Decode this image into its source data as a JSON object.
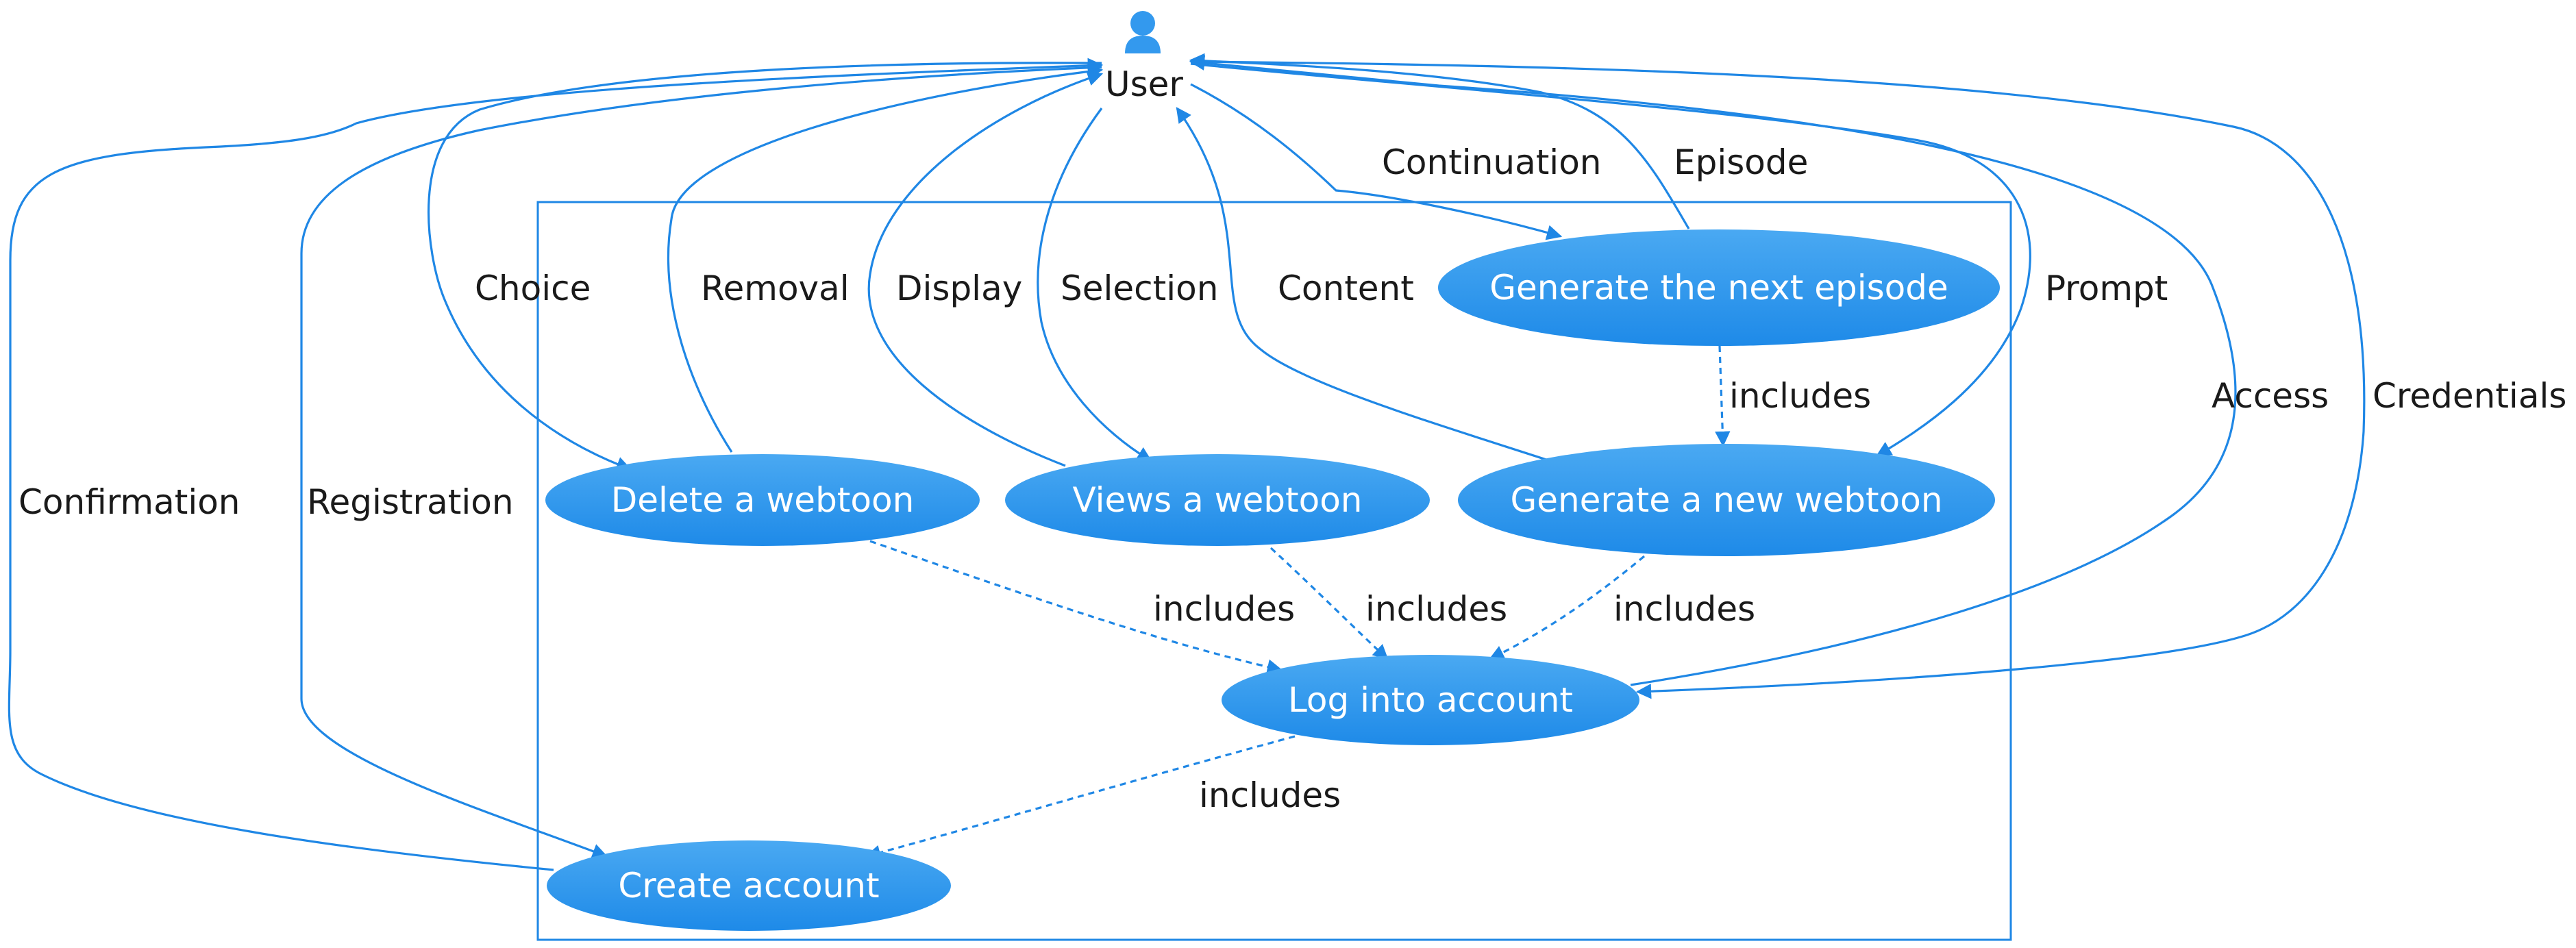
{
  "actor": {
    "label": "User",
    "icon": "user-icon"
  },
  "use_cases": {
    "next_episode": "Generate the next episode",
    "new_webtoon": "Generate a new webtoon",
    "delete": "Delete a webtoon",
    "views": "Views a webtoon",
    "login": "Log into account",
    "create": "Create account"
  },
  "relations": {
    "continuation": "Continuation",
    "episode": "Episode",
    "choice": "Choice",
    "removal": "Removal",
    "display": "Display",
    "selection": "Selection",
    "content": "Content",
    "prompt": "Prompt",
    "access": "Access",
    "credentials": "Credentials",
    "confirmation": "Confirmation",
    "registration": "Registration"
  },
  "includes": {
    "next_to_new": "includes",
    "delete_to_login": "includes",
    "views_to_login": "includes",
    "new_to_login": "includes",
    "login_to_create": "includes"
  },
  "colors": {
    "accent": "#1f87e5",
    "usecase_fill": "#3399ee",
    "text": "#1a1a1a"
  }
}
